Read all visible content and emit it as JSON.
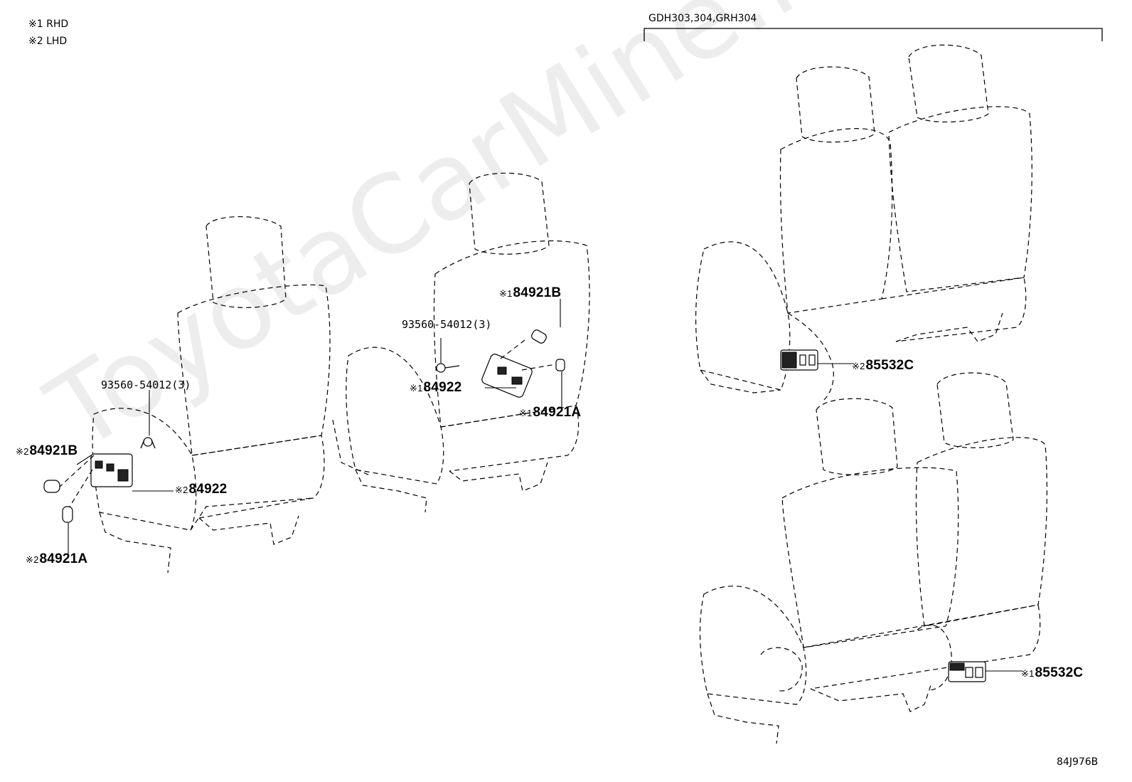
{
  "notes": {
    "rhd": "※1 RHD",
    "lhd": "※2 LHD"
  },
  "model_range": "GDH303,304,GRH304",
  "watermark": "ToyotaCarMine.ru",
  "diagram_code": "84J976B",
  "callouts": {
    "left_bolt": "93560-54012(3)",
    "left_84921B": {
      "marker": "※2",
      "part": "84921B"
    },
    "left_84922": {
      "marker": "※2",
      "part": "84922"
    },
    "left_84921A": {
      "marker": "※2",
      "part": "84921A"
    },
    "mid_84921B": {
      "marker": "※1",
      "part": "84921B"
    },
    "mid_bolt": "93560-54012(3)",
    "mid_84922": {
      "marker": "※1",
      "part": "84922"
    },
    "mid_84921A": {
      "marker": "※1",
      "part": "84921A"
    },
    "top_85532C": {
      "marker": "※2",
      "part": "85532C"
    },
    "bottom_85532C": {
      "marker": "※1",
      "part": "85532C"
    }
  },
  "colors": {
    "line": "#000000",
    "watermark": "#ededed",
    "background": "#ffffff"
  }
}
